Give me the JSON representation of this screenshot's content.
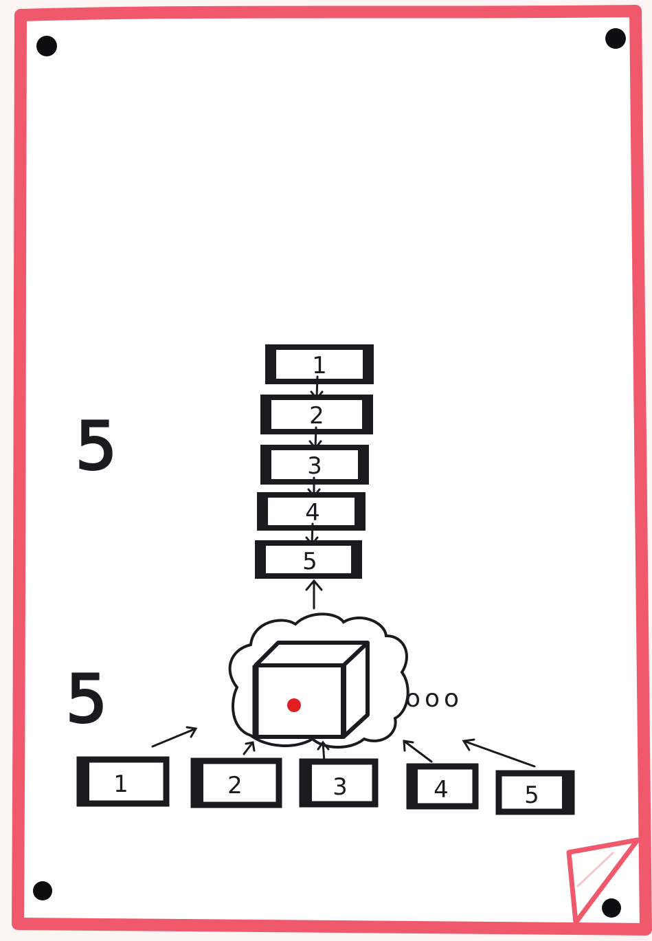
{
  "labels": {
    "upper_count": "5",
    "lower_count": "5",
    "ellipsis": "ooo"
  },
  "stack": {
    "boxes": [
      "1",
      "2",
      "3",
      "4",
      "5"
    ]
  },
  "row": {
    "boxes": [
      "1",
      "2",
      "3",
      "4",
      "5"
    ]
  },
  "colors": {
    "border": "#f0596c",
    "ink": "#1b1b1f",
    "dot": "#e01e23",
    "paper": "#ffffff"
  },
  "icons": [
    "pin-icon",
    "cube-icon",
    "cloud-icon",
    "curled-corner-icon"
  ]
}
